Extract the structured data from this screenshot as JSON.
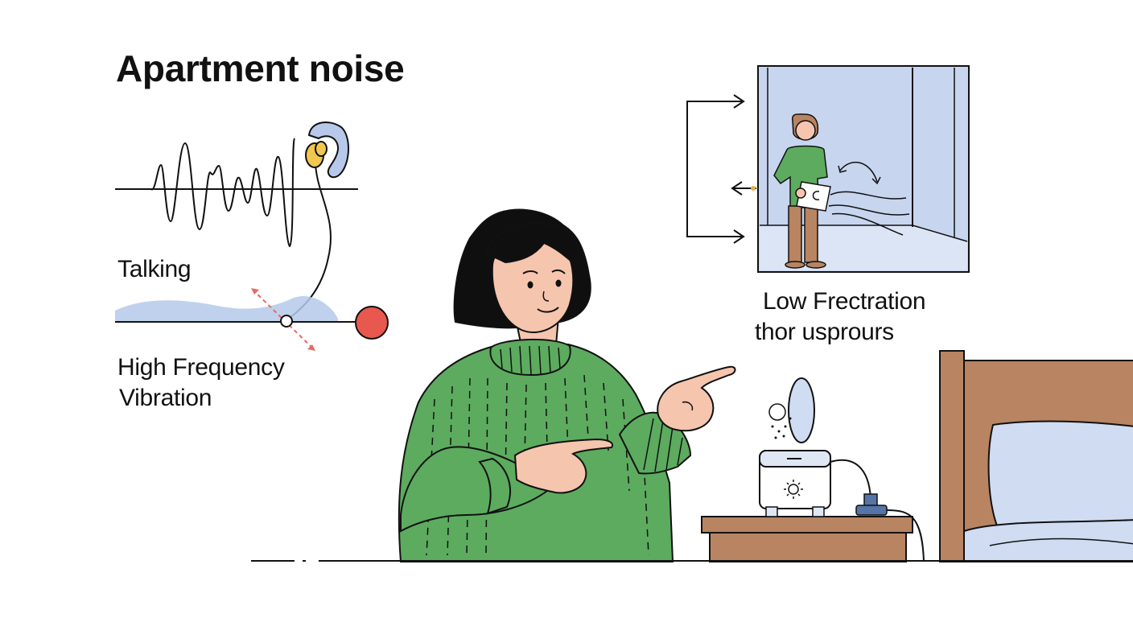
{
  "title": "Apartment noise",
  "labels": {
    "talking": "Talking",
    "high_frequency_line1": "High Frequency",
    "high_frequency_line2": "Vibration",
    "low_line1": "Low Frectration",
    "low_line2": "thor usprours"
  },
  "colors": {
    "sweater": "#5cab5f",
    "skin": "#f6c5ae",
    "hair": "#0f0f0f",
    "wave_fill": "#b4c9ea",
    "window_bg": "#c7d5ef",
    "floor": "#dce5f5",
    "accent_red": "#e9584f",
    "earplug": "#f1c74f",
    "wood": "#b88462",
    "pillow": "#cfdcf2"
  },
  "icons": [
    "earplug-icon",
    "wave-icon",
    "sun-icon",
    "arrow-icon"
  ]
}
